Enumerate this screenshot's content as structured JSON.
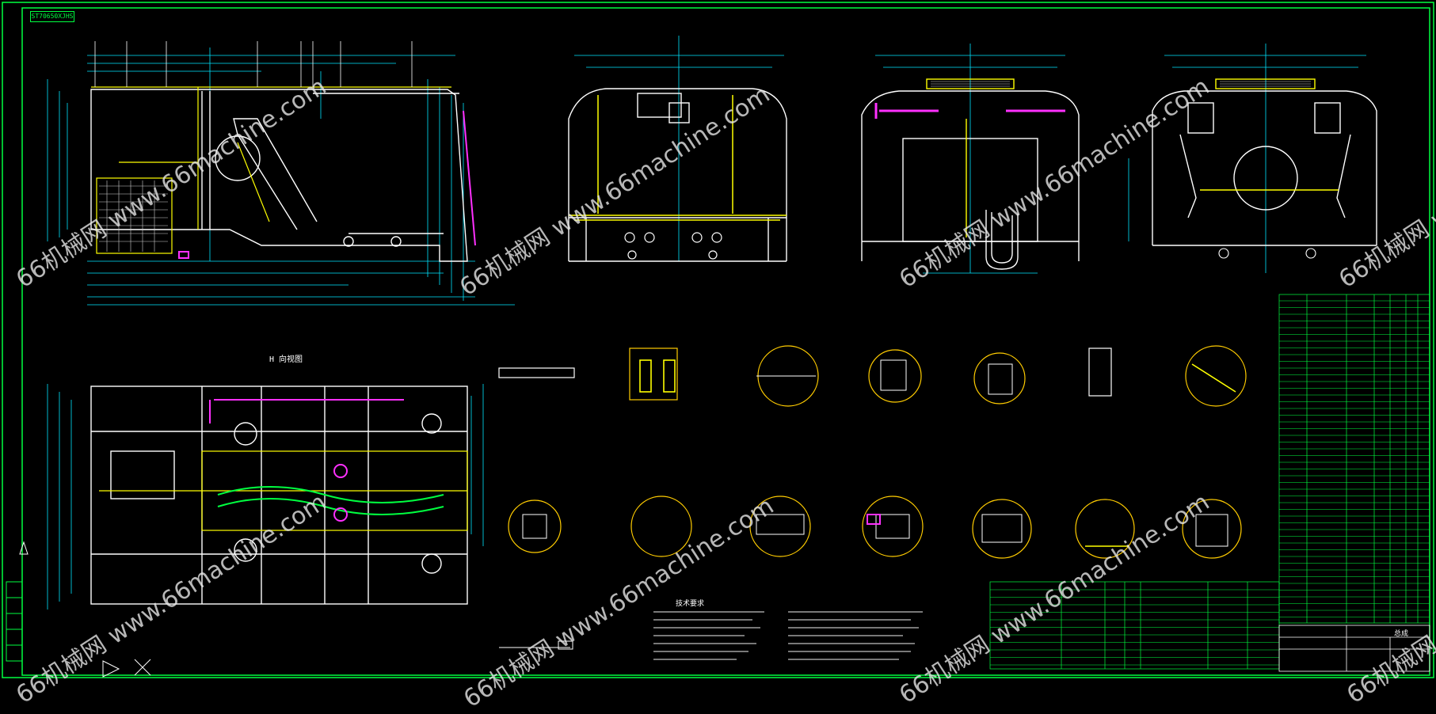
{
  "drawing": {
    "frame_code": "ST70650XJHS",
    "tech_requirements_title": "技术要求",
    "plan_view_label": "H 向视图",
    "title_block_title": "总成"
  },
  "watermarks": [
    "66机械网 www.66machine.com",
    "66机械网 www.66machine.com",
    "66机械网 www.66machine.com",
    "66机械网 www.66machine.com",
    "66机械网 www.66machine.com",
    "66机械网 www.66machine.com",
    "66机械网 www.66machine.com",
    "66机械网 www.66machine.com"
  ],
  "colors": {
    "background": "#000000",
    "frame": "#00ff40",
    "outline": "#ffffff",
    "dimension": "#00e5ff",
    "hidden": "#ffff00",
    "highlight": "#ff30ff",
    "section_ring": "#ffcc00"
  }
}
